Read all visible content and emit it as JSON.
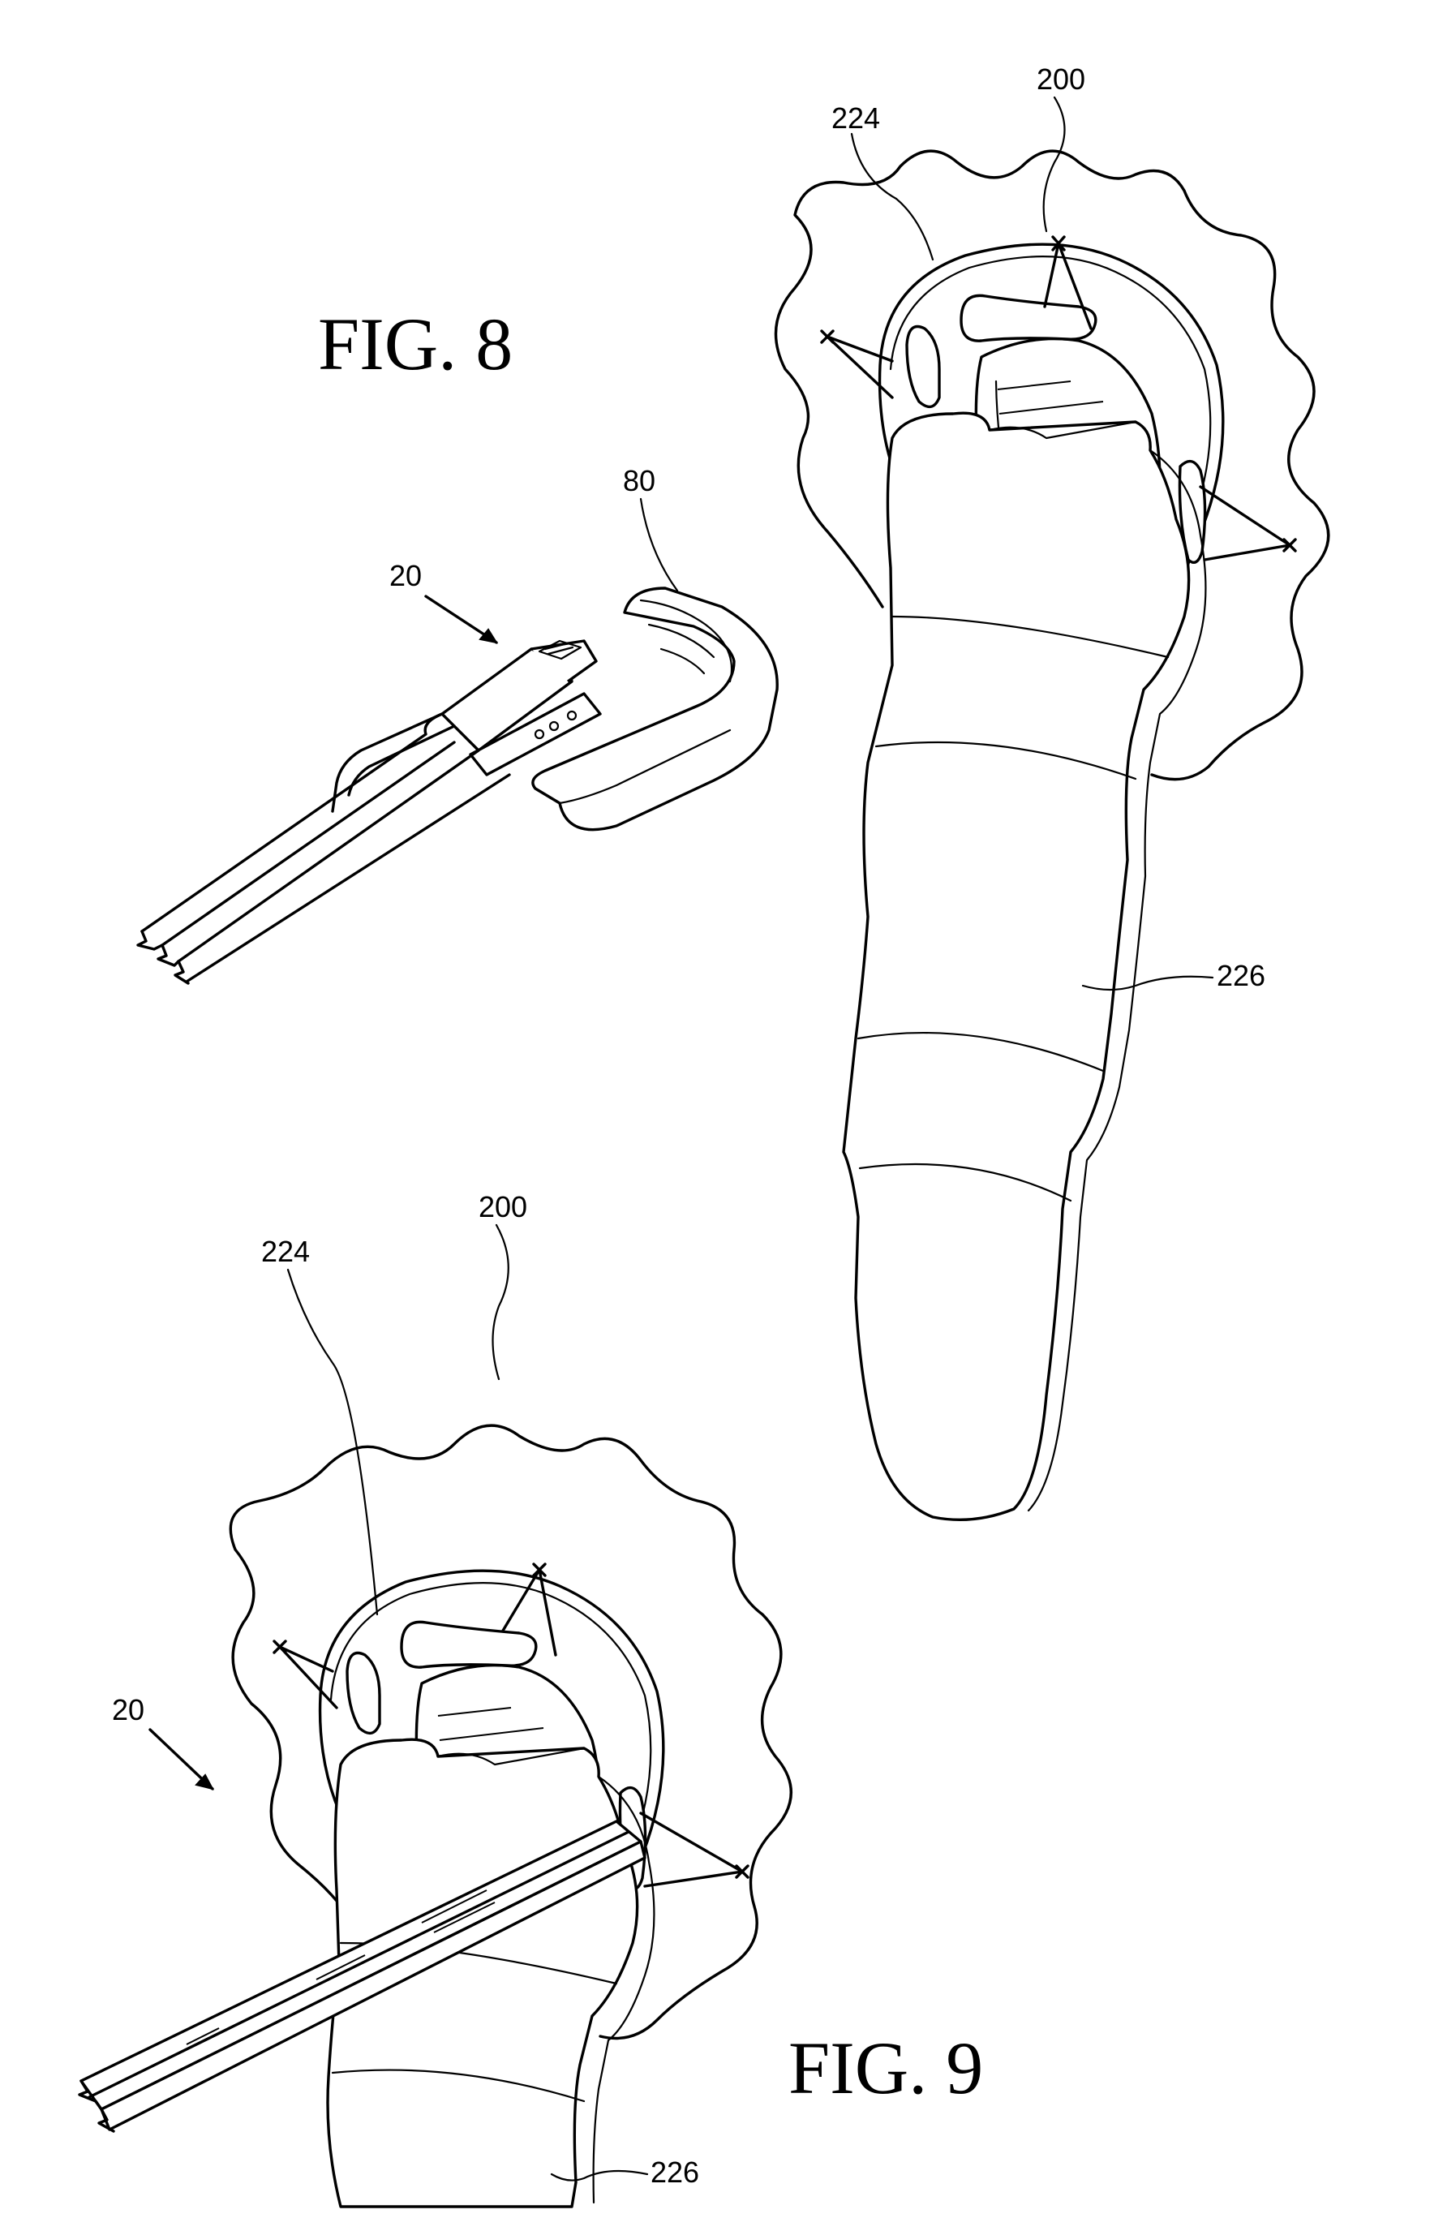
{
  "fig8": {
    "title": "FIG. 8",
    "labels": {
      "tool": "20",
      "tip": "80",
      "implant": "200",
      "flange": "224",
      "stem": "226"
    }
  },
  "fig9": {
    "title": "FIG. 9",
    "labels": {
      "tool": "20",
      "implant": "200",
      "flange": "224",
      "stem": "226"
    }
  }
}
